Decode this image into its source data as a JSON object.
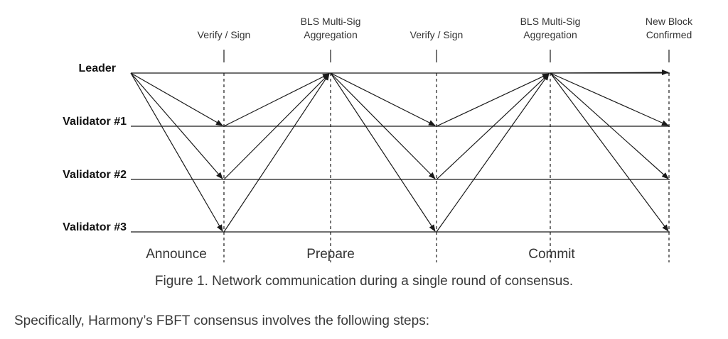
{
  "rows": [
    {
      "label": "Leader"
    },
    {
      "label": "Validator #1"
    },
    {
      "label": "Validator #2"
    },
    {
      "label": "Validator #3"
    }
  ],
  "stages": [
    {
      "lines": [
        "Verify / Sign"
      ]
    },
    {
      "lines": [
        "BLS Multi-Sig",
        "Aggregation"
      ]
    },
    {
      "lines": [
        "Verify / Sign"
      ]
    },
    {
      "lines": [
        "BLS Multi-Sig",
        "Aggregation"
      ]
    },
    {
      "lines": [
        "New Block",
        "Confirmed"
      ]
    }
  ],
  "phases": [
    {
      "label": "Announce"
    },
    {
      "label": "Prepare"
    },
    {
      "label": "Commit"
    }
  ],
  "caption": "Figure 1. Network communication during a single round of consensus.",
  "body_text": "Specifically, Harmony’s FBFT consensus involves the following steps:",
  "colors": {
    "line": "#1a1a1a",
    "text": "#222222"
  }
}
